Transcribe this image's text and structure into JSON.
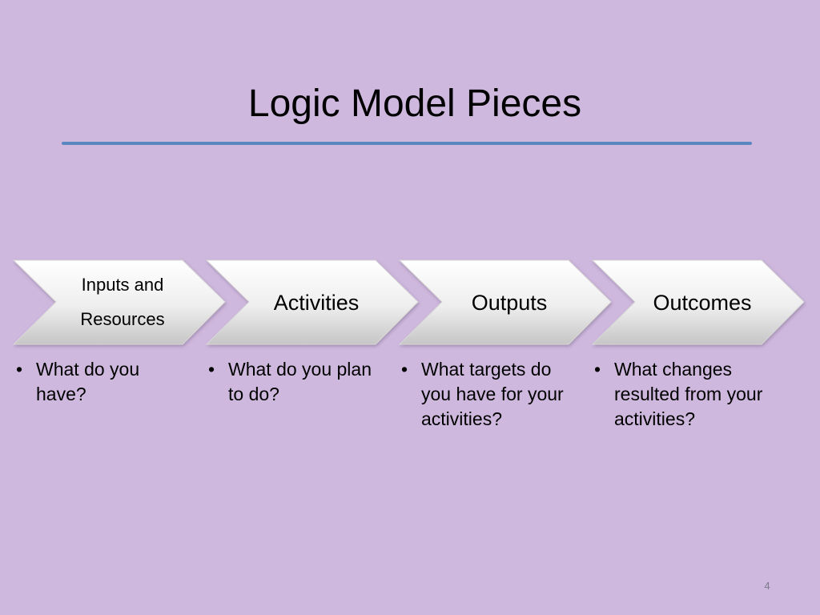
{
  "slide": {
    "title": "Logic Model Pieces",
    "page_number": "4"
  },
  "colors": {
    "background": "#cfb8de",
    "title_rule": "#5b87c0",
    "chevron_fill_top": "#ffffff",
    "chevron_fill_bottom": "#c8c8c8"
  },
  "steps": [
    {
      "label_lines": [
        "Inputs and",
        "Resources"
      ],
      "bullets": [
        "What do you have?"
      ]
    },
    {
      "label": "Activities",
      "bullets": [
        "What do you plan to do?"
      ]
    },
    {
      "label": "Outputs",
      "bullets": [
        "What targets do you have for your activities?"
      ]
    },
    {
      "label": "Outcomes",
      "bullets": [
        "What changes resulted from your activities?"
      ]
    }
  ]
}
